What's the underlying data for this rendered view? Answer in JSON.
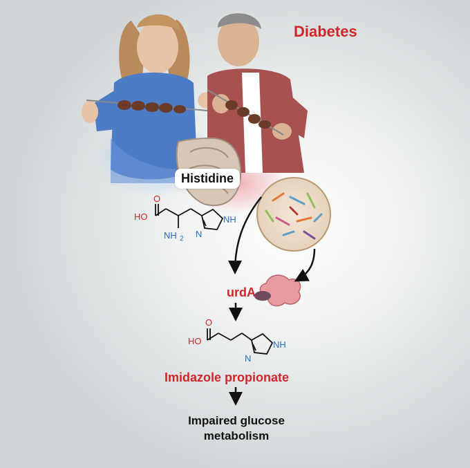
{
  "title": "Diabetes",
  "histidine": {
    "label": "Histidine",
    "atoms": {
      "ho": "HO",
      "o": "O",
      "nh2": "NH",
      "nh2_sub": "2",
      "n": "N",
      "nh": "NH"
    }
  },
  "enzyme": {
    "label": "urdA"
  },
  "imidazole_propionate": {
    "label": "Imidazole propionate",
    "atoms": {
      "ho": "HO",
      "o": "O",
      "n": "N",
      "nh": "NH"
    }
  },
  "outcome": {
    "line1": "Impaired glucose",
    "line2": "metabolism"
  },
  "colors": {
    "accent_red": "#d0262a",
    "atom_blue": "#2a6fb5",
    "arrow": "#111111"
  }
}
